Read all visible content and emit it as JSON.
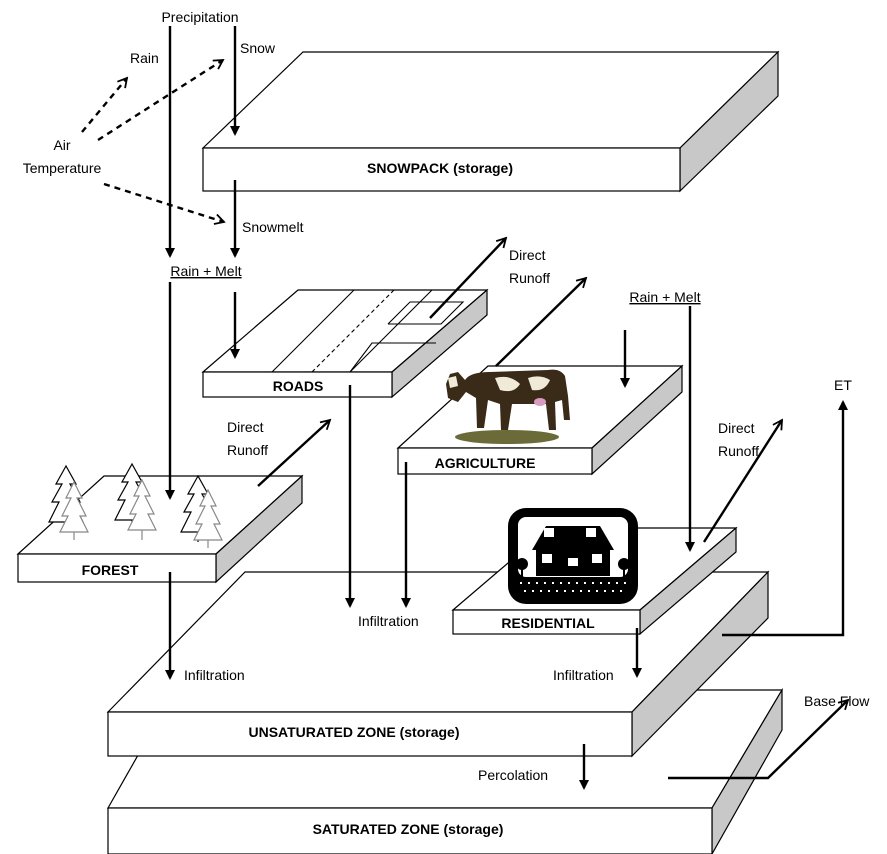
{
  "labels": {
    "precipitation": "Precipitation",
    "rain": "Rain",
    "snow": "Snow",
    "air": "Air",
    "temperature": "Temperature",
    "snowmelt": "Snowmelt",
    "rain_melt_left": "Rain + Melt",
    "rain_melt_right": "Rain + Melt",
    "direct": "Direct",
    "runoff": "Runoff",
    "et": "ET",
    "infiltration": "Infiltration",
    "percolation": "Percolation",
    "base_flow": "Base Flow"
  },
  "blocks": {
    "snowpack": "SNOWPACK (storage)",
    "roads": "ROADS",
    "agriculture": "AGRICULTURE",
    "forest": "FOREST",
    "residential": "RESIDENTIAL",
    "unsaturated": "UNSATURATED ZONE (storage)",
    "saturated": "SATURATED ZONE (storage)"
  },
  "icons": [
    "tree-icon",
    "cow-icon",
    "house-icon"
  ]
}
